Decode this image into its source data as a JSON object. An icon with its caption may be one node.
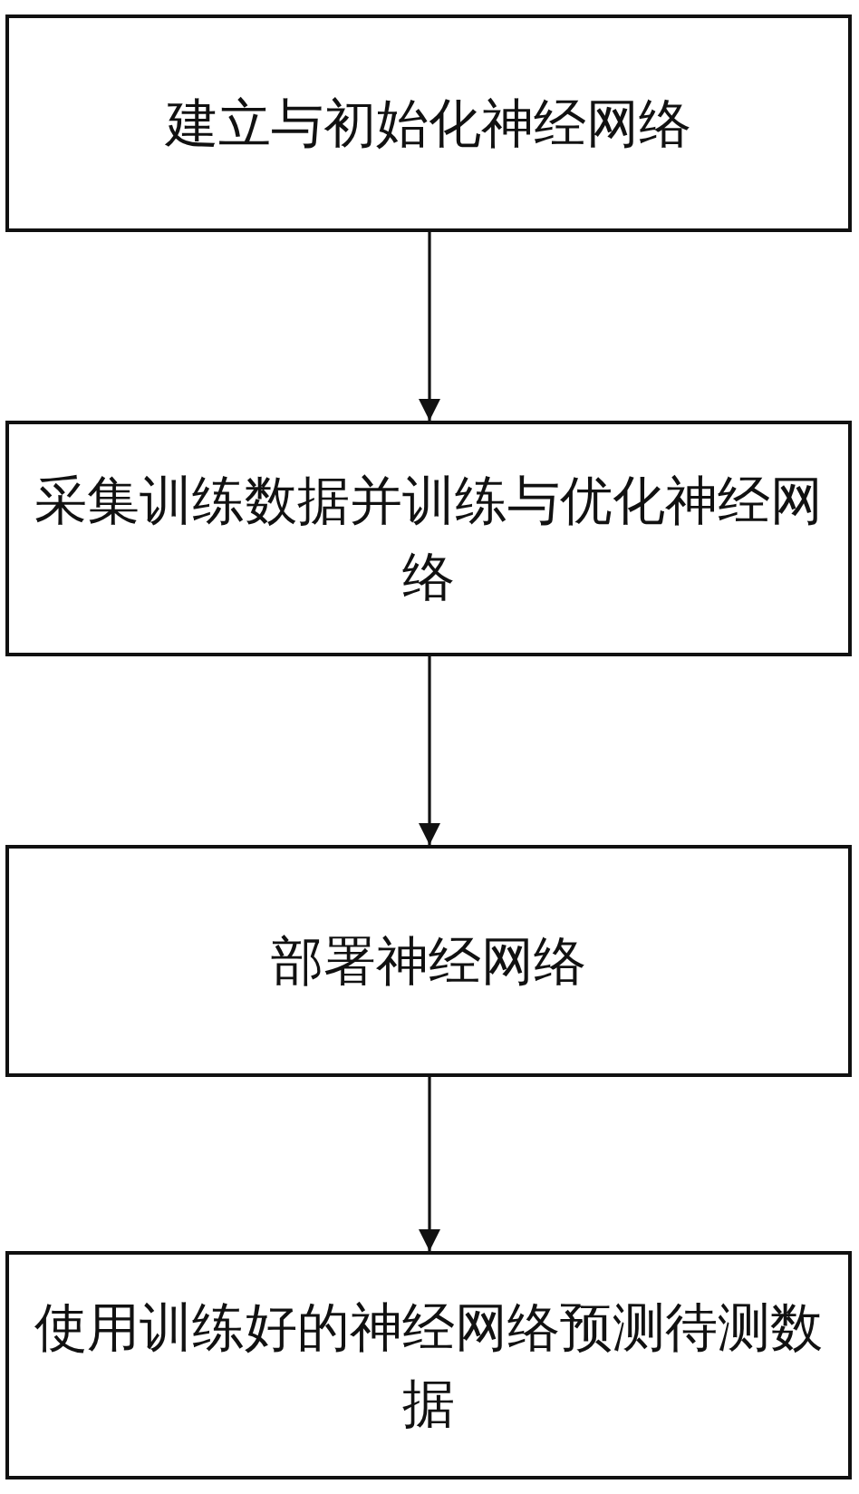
{
  "diagram": {
    "nodes": [
      {
        "text": [
          "建立与初始化神经网络"
        ]
      },
      {
        "text": [
          "采集训练数据并训练与优化神经网络"
        ]
      },
      {
        "text": [
          "部署神经网络"
        ]
      },
      {
        "text": [
          "使用训练好的神经网络预测待测数据"
        ]
      }
    ],
    "edges": [
      {
        "from": 0,
        "to": 1,
        "arrow": "to"
      },
      {
        "from": 1,
        "to": 2,
        "arrow": "to"
      },
      {
        "from": 2,
        "to": 3,
        "arrow": "to"
      }
    ]
  }
}
